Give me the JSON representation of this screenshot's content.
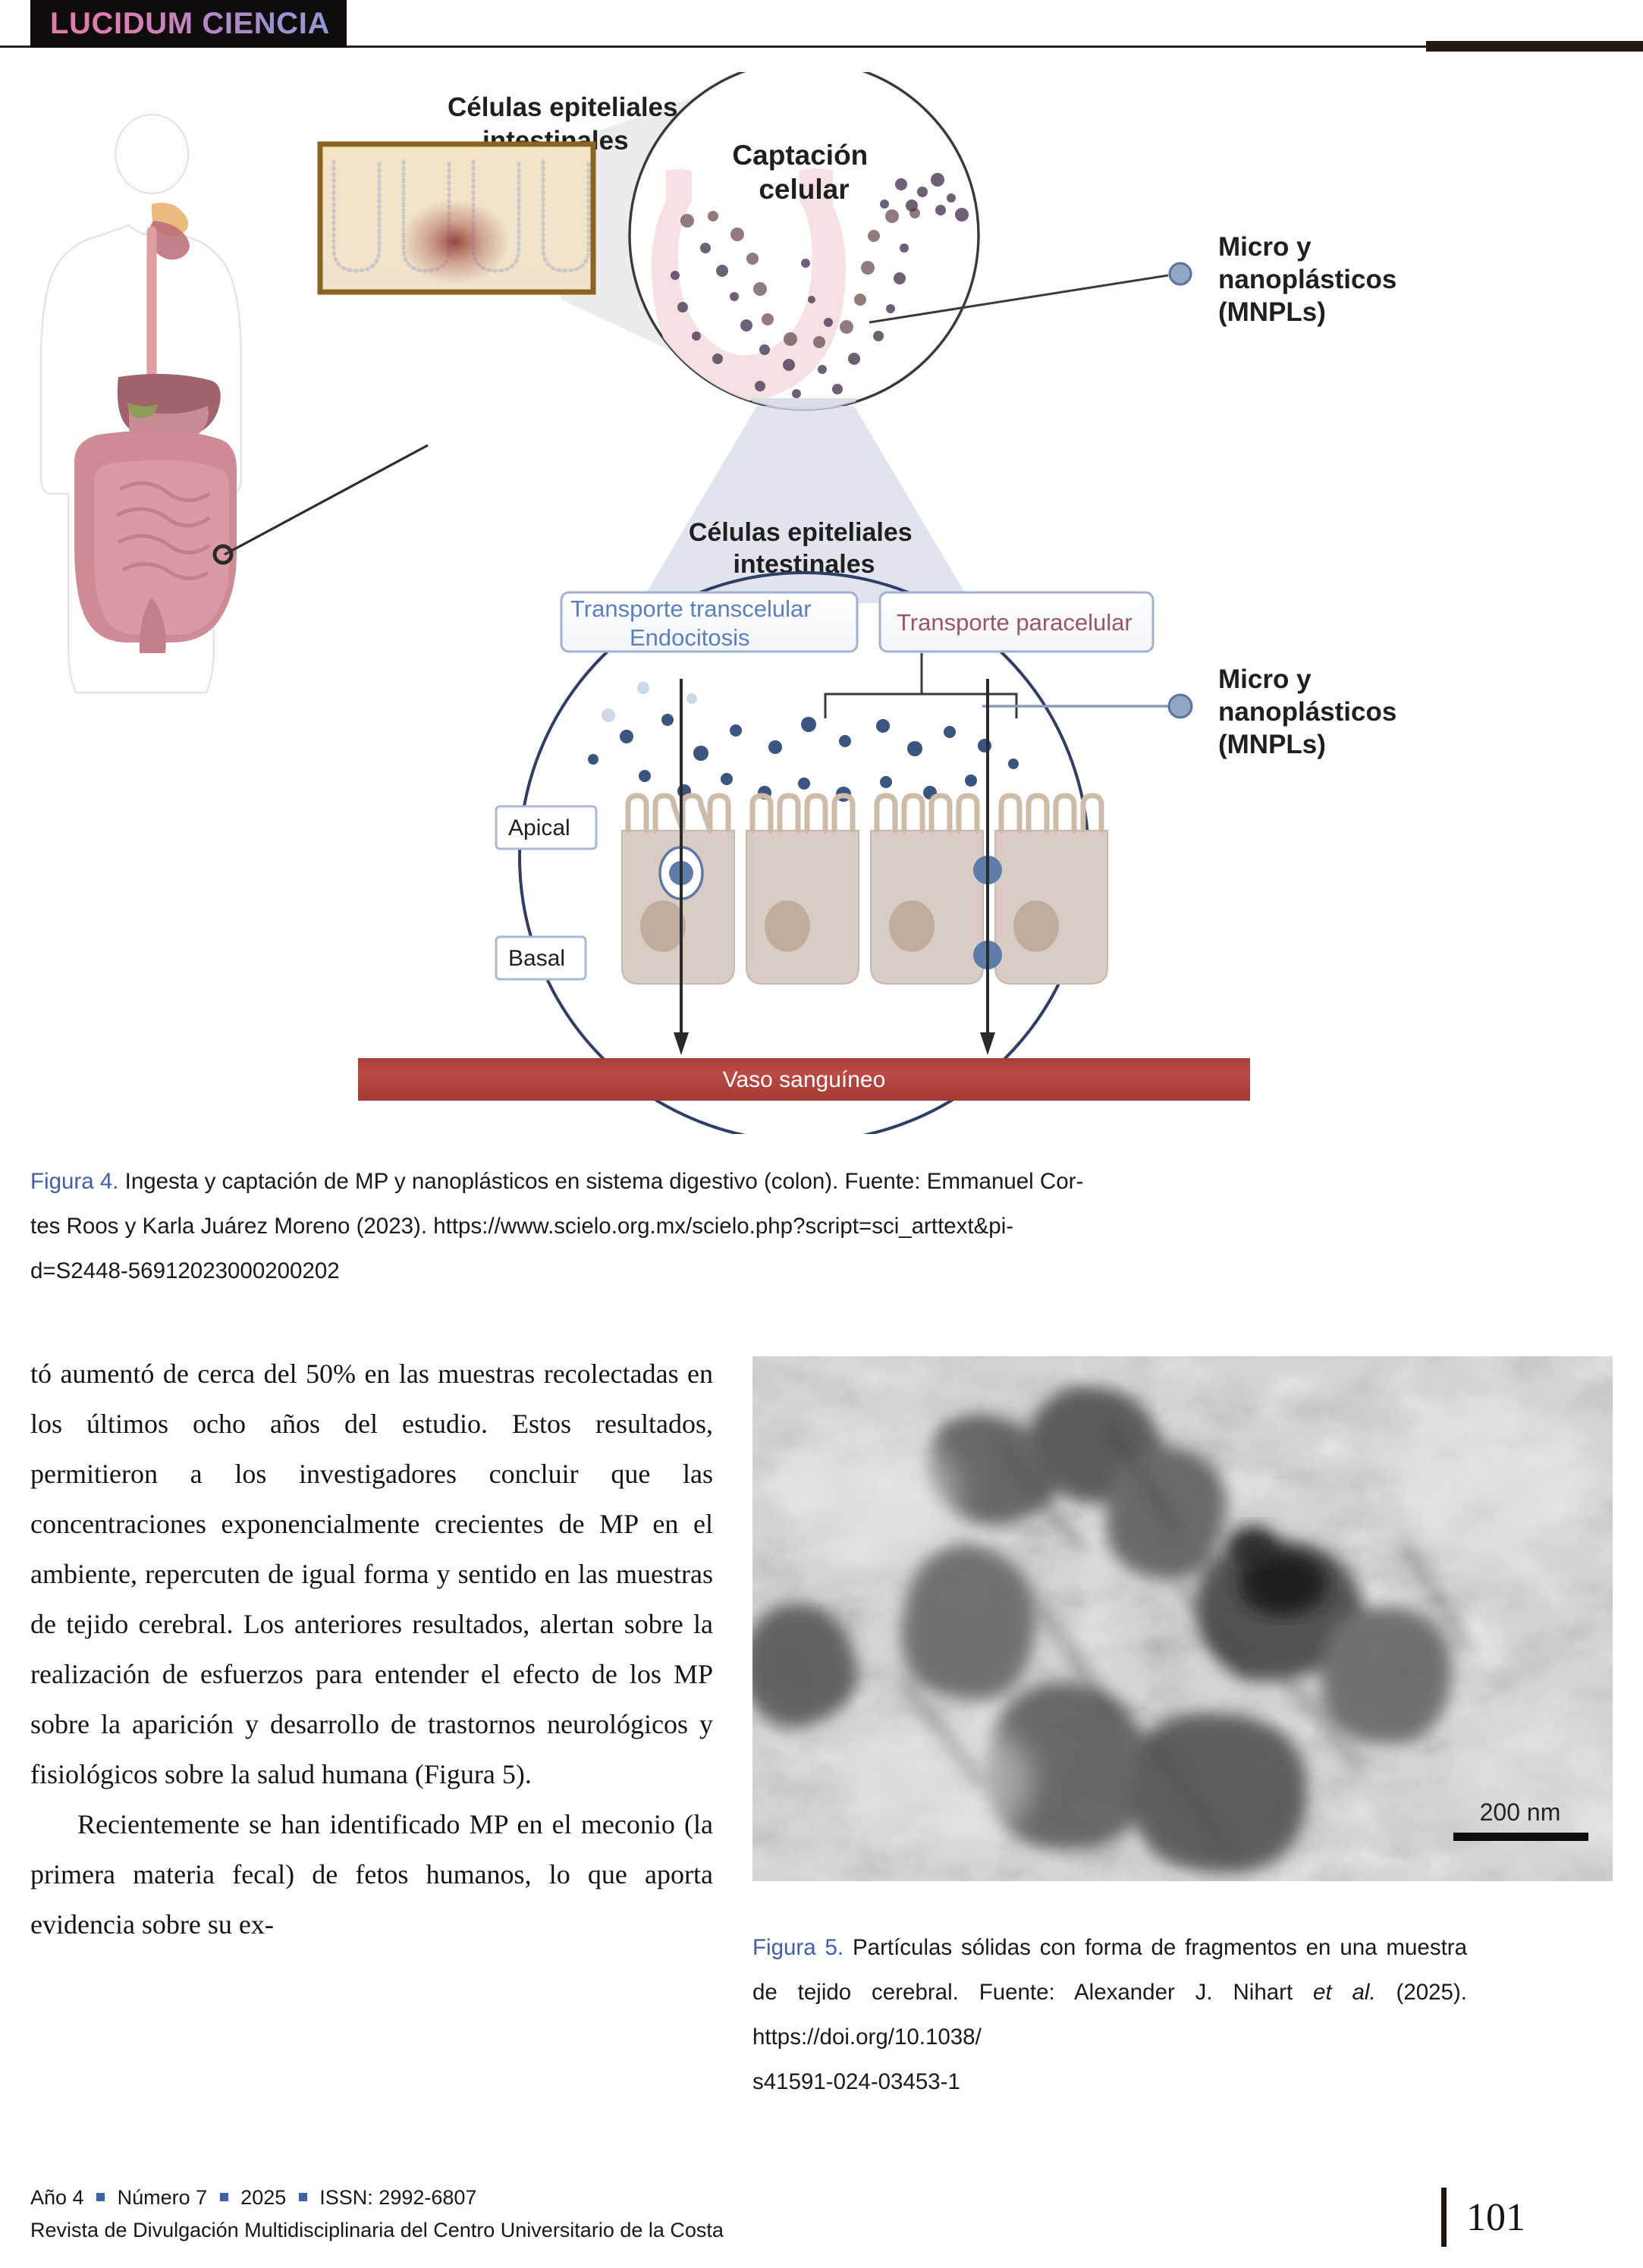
{
  "masthead": {
    "title": "LUCIDUM CIENCIA"
  },
  "figure4": {
    "labels": {
      "epithelial_top": "Células epiteliales\nintestinales",
      "epithelial_top_l1": "Células epiteliales",
      "epithelial_top_l2": "intestinales",
      "uptake_l1": "Captación",
      "uptake_l2": "celular",
      "mnpl_top_l1": "Micro y",
      "mnpl_top_l2": "nanoplásticos",
      "mnpl_top_l3": "(MNPLs)",
      "epithelial_mid_l1": "Células epiteliales",
      "epithelial_mid_l2": "intestinales",
      "transcellular_l1": "Transporte transcelular",
      "transcellular_l2": "Endocitosis",
      "paracellular": "Transporte paracelular",
      "mnpl_bottom_l1": "Micro y",
      "mnpl_bottom_l2": "nanoplásticos",
      "mnpl_bottom_l3": "(MNPLs)",
      "apical": "Apical",
      "basal": "Basal",
      "vessel": "Vaso sanguíneo"
    },
    "colors": {
      "transcellular_text": "#5b7fc0",
      "paracellular_text": "#9c5662",
      "vessel_fill": "#b9453f",
      "circle_stroke": "#2e3e66",
      "particle": "#3b5480",
      "cell_fill": "#d9cdc3",
      "inset_frame": "#8a6420"
    }
  },
  "caption4": {
    "label": "Figura 4.",
    "line1": " Ingesta y captación de MP y nanoplásticos en sistema digestivo (colon). Fuente: Emmanuel Cor-",
    "line2": "tes Roos y Karla Juárez Moreno (2023). https://www.scielo.org.mx/scielo.php?script=sci_arttext&pi-",
    "line3": "d=S2448-56912023000200202"
  },
  "body": {
    "p1": "tó aumentó de cerca del 50% en las muestras recolectadas en los últimos ocho años del estudio. Estos resultados, permitieron a los investigadores concluir que las concentraciones exponencialmente crecientes de MP en el ambiente, repercuten de igual forma y sentido en las muestras de tejido cerebral. Los anteriores resultados, alertan sobre la realización de esfuerzos para entender el efecto de los MP sobre la aparición y desarrollo de trastornos neurológicos y fisiológicos sobre la salud humana (Figura 5).",
    "p2": "Recientemente se han identificado MP en el meconio (la primera materia fecal) de fetos humanos, lo que aporta evidencia sobre su ex-"
  },
  "figure5": {
    "scalebar_label": "200 nm"
  },
  "caption5": {
    "label": "Figura 5.",
    "text_a": " Partículas sólidas con forma de fragmentos en una muestra de tejido cerebral. Fuente: Alexander J. Nihart ",
    "italic": "et al.",
    "text_b": " (2025). https://doi.org/10.1038/",
    "line_last": "s41591-024-03453-1"
  },
  "footer": {
    "year": "Año 4",
    "issue": "Número 7",
    "pubyear": "2025",
    "issn": "ISSN: 2992-6807",
    "subtitle": "Revista de Divulgación Multidisciplinaria del Centro Universitario de la Costa",
    "page_number": "101",
    "bullet_color": "#3f5fa8"
  }
}
